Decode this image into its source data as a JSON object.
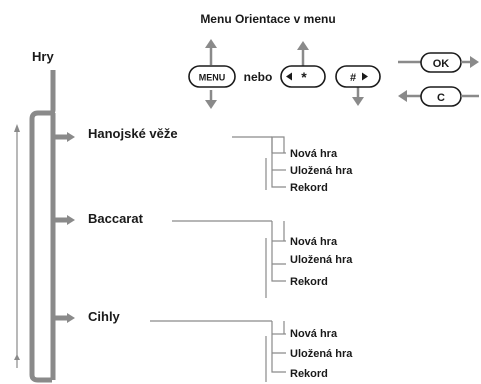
{
  "header": {
    "title": "Menu Orientace v menu",
    "nebo": "nebo"
  },
  "keys": {
    "menu": "MENU",
    "star": "*",
    "hash": "#",
    "ok": "OK",
    "c": "C"
  },
  "root": {
    "label": "Hry"
  },
  "games": [
    {
      "label": "Hanojské věže",
      "options": [
        "Nová hra",
        "Uložená hra",
        "Rekord"
      ]
    },
    {
      "label": "Baccarat",
      "options": [
        "Nová hra",
        "Uložená hra",
        "Rekord"
      ]
    },
    {
      "label": "Cihly",
      "options": [
        "Nová hra",
        "Uložená hra",
        "Rekord"
      ]
    }
  ],
  "colors": {
    "line": "#8a8a8a",
    "text": "#1a1a1a"
  }
}
